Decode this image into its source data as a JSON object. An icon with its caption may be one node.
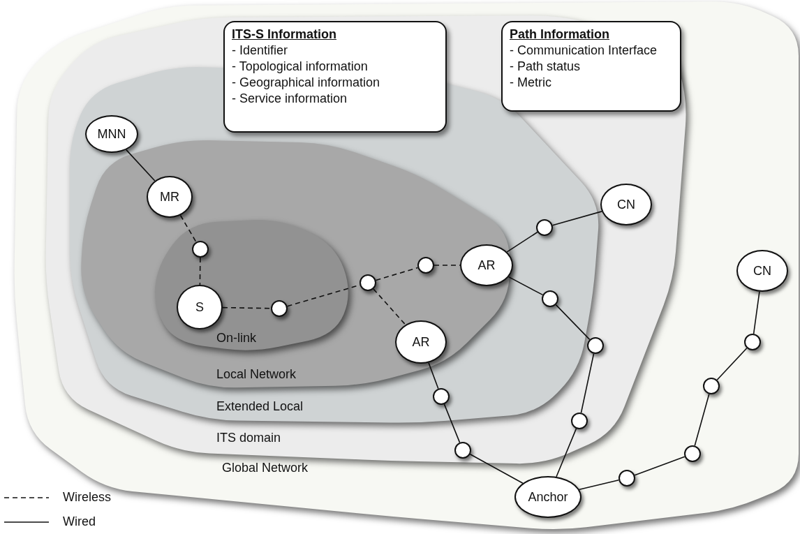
{
  "diagram": {
    "nodes": [
      {
        "text": [
          "Global Network"
        ]
      },
      {
        "text": [
          "ITS domain"
        ],
        "in": 0
      },
      {
        "text": [
          "Extended Local"
        ],
        "in": 1
      },
      {
        "text": [
          "Local Network"
        ],
        "in": 2
      },
      {
        "text": [
          "On-link"
        ],
        "in": 3
      },
      {
        "text": [
          "ITS-S Information",
          "- Identifier",
          "- Topological information",
          "- Geographical information",
          "- Service information"
        ],
        "in": 1
      },
      {
        "text": [
          "Path Information",
          "- Communication Interface",
          "- Path status",
          "- Metric"
        ],
        "in": 1
      },
      {
        "text": [
          "MNN"
        ],
        "in": 2
      },
      {
        "text": [
          "MR"
        ],
        "in": 3
      },
      {
        "text": [],
        "shape": "circle",
        "in": 4
      },
      {
        "text": [
          "S"
        ],
        "in": 4
      },
      {
        "text": [],
        "shape": "circle",
        "in": 4
      },
      {
        "text": [],
        "shape": "circle",
        "in": 3
      },
      {
        "text": [],
        "shape": "circle",
        "in": 3
      },
      {
        "text": [
          "AR"
        ],
        "in": 3
      },
      {
        "text": [],
        "shape": "circle",
        "in": 2
      },
      {
        "text": [
          "CN"
        ],
        "in": 1
      },
      {
        "text": [
          "CN"
        ],
        "in": 0
      },
      {
        "text": [],
        "shape": "circle",
        "in": 2
      },
      {
        "text": [
          "AR"
        ],
        "in": 3
      },
      {
        "text": [],
        "shape": "circle",
        "in": 1
      },
      {
        "text": [],
        "shape": "circle",
        "in": 2
      },
      {
        "text": [],
        "shape": "circle",
        "in": 0
      },
      {
        "text": [],
        "shape": "circle",
        "in": 0
      },
      {
        "text": [],
        "shape": "circle",
        "in": 1
      },
      {
        "text": [],
        "shape": "circle",
        "in": 1
      },
      {
        "text": [],
        "shape": "circle",
        "in": 0
      },
      {
        "text": [],
        "shape": "circle",
        "in": 0
      },
      {
        "text": [
          "Anchor"
        ],
        "in": 0
      }
    ],
    "edges": [
      {
        "from": 7,
        "to": 8,
        "arrow": "none"
      },
      {
        "from": 8,
        "to": 9,
        "arrow": "none",
        "style": "dashed"
      },
      {
        "from": 9,
        "to": 10,
        "arrow": "none",
        "style": "dashed"
      },
      {
        "from": 10,
        "to": 11,
        "arrow": "none",
        "style": "dashed"
      },
      {
        "from": 11,
        "to": 12,
        "arrow": "none",
        "style": "dashed"
      },
      {
        "from": 12,
        "to": 13,
        "arrow": "none",
        "style": "dashed"
      },
      {
        "from": 13,
        "to": 14,
        "arrow": "none",
        "style": "dashed"
      },
      {
        "from": 12,
        "to": 19,
        "arrow": "none",
        "style": "dashed"
      },
      {
        "from": 14,
        "to": 15,
        "arrow": "none"
      },
      {
        "from": 15,
        "to": 16,
        "arrow": "none"
      },
      {
        "from": 14,
        "to": 18,
        "arrow": "none"
      },
      {
        "from": 18,
        "to": 20,
        "arrow": "none"
      },
      {
        "from": 20,
        "to": 24,
        "arrow": "none"
      },
      {
        "from": 24,
        "to": 28,
        "arrow": "none"
      },
      {
        "from": 19,
        "to": 21,
        "arrow": "none"
      },
      {
        "from": 21,
        "to": 25,
        "arrow": "none"
      },
      {
        "from": 25,
        "to": 28,
        "arrow": "none"
      },
      {
        "from": 28,
        "to": 27,
        "arrow": "none"
      },
      {
        "from": 27,
        "to": 26,
        "arrow": "none"
      },
      {
        "from": 26,
        "to": 23,
        "arrow": "none"
      },
      {
        "from": 23,
        "to": 22,
        "arrow": "none"
      },
      {
        "from": 22,
        "to": 17,
        "arrow": "none"
      }
    ],
    "legend": [
      {
        "text": "Wireless"
      },
      {
        "text": "Wired"
      }
    ]
  }
}
